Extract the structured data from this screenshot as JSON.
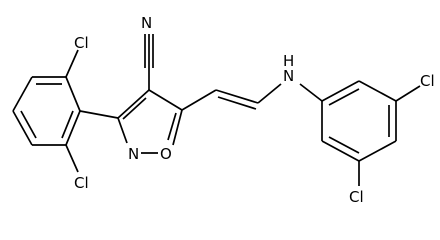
{
  "structure": {
    "atoms": {
      "N_nitrile": "N",
      "C_nitrile": "C",
      "Cl_top": "Cl",
      "Cl_bottom": "Cl",
      "N_amine": "N",
      "H_amine": "H",
      "N_ring": "N",
      "O_ring": "O",
      "Cl_right_top": "Cl",
      "Cl_right_bottom": "Cl"
    }
  }
}
